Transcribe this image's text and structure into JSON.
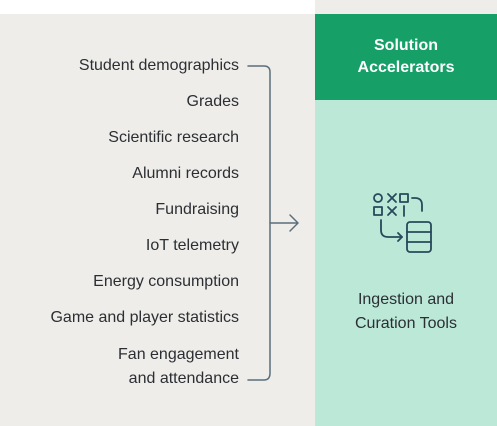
{
  "sources": [
    {
      "lines": [
        "Student demographics"
      ]
    },
    {
      "lines": [
        "Grades"
      ]
    },
    {
      "lines": [
        "Scientific research"
      ]
    },
    {
      "lines": [
        "Alumni records"
      ]
    },
    {
      "lines": [
        "Fundraising"
      ]
    },
    {
      "lines": [
        "IoT telemetry"
      ]
    },
    {
      "lines": [
        "Energy consumption"
      ]
    },
    {
      "lines": [
        "Game and player statistics"
      ]
    },
    {
      "lines": [
        "Fan engagement",
        "and attendance"
      ]
    }
  ],
  "solution_accelerators": {
    "line1": "Solution",
    "line2": "Accelerators"
  },
  "tools": {
    "icon": "ingestion-curation-icon",
    "line1": "Ingestion and",
    "line2": "Curation Tools"
  },
  "colors": {
    "background": "#efedea",
    "accelerator_green": "#16a068",
    "tools_mint": "#bce8d8",
    "icon_stroke": "#27495a",
    "text_dark": "#2b2e33",
    "connector": "#5a6f7b"
  }
}
